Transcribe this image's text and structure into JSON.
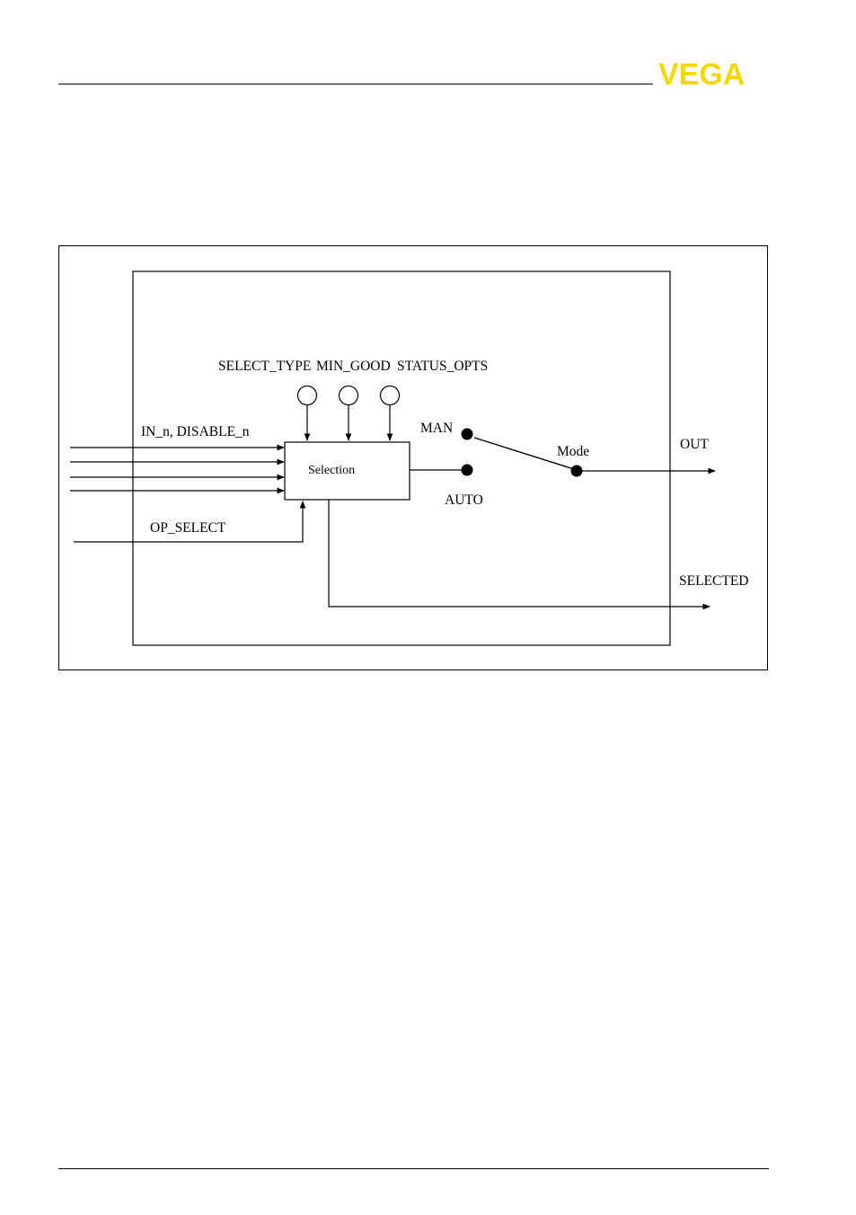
{
  "brand": {
    "logo_text": "VEGA",
    "logo_color": "#f5d800"
  },
  "diagram": {
    "parameter_labels": {
      "select_type": "SELECT_TYPE",
      "min_good": "MIN_GOOD",
      "status_opts": "STATUS_OPTS"
    },
    "inputs_label": "IN_n, DISABLE_n",
    "op_select_label": "OP_SELECT",
    "selection_block_label": "Selection",
    "man_label": "MAN",
    "auto_label": "AUTO",
    "mode_label": "Mode",
    "out_label": "OUT",
    "selected_label": "SELECTED"
  }
}
